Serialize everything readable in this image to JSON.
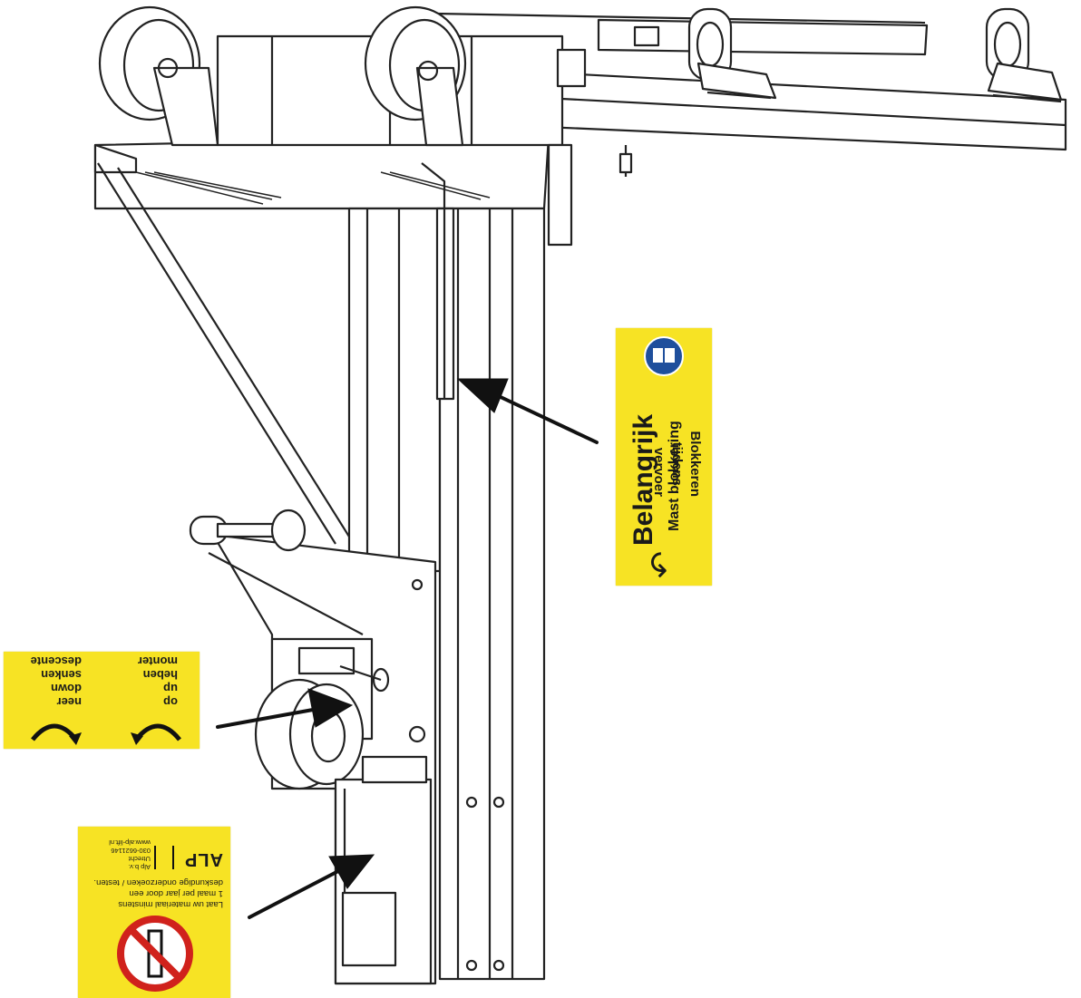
{
  "labels": {
    "important": {
      "heading": "Belangrijk",
      "subheading": "Mast blokkering",
      "lines_flipped": [
        "Blokkeren",
        "tijdens",
        "vervoer"
      ],
      "icon": "read-manual-icon"
    },
    "directions": {
      "left_column": [
        "neer",
        "down",
        "senken",
        "descente"
      ],
      "right_column": [
        "op",
        "up",
        "heben",
        "monter"
      ],
      "icon": "curved-arrow-icon"
    },
    "maintenance": {
      "brand": "ALP",
      "company_lines": [
        "Alp b.v.",
        "Utrecht",
        "030-6621146",
        "www.alp-lift.nl"
      ],
      "text_lines": [
        "Laat uw materiaal minstens",
        "1 maal per jaar door een",
        "deskundige onderzoeken / testen."
      ],
      "icon": "prohibition-icon"
    }
  },
  "colors": {
    "label_yellow": "#f7e324",
    "line": "#222222",
    "icon_blue": "#1f4f9c",
    "prohibition_red": "#d0221c"
  }
}
